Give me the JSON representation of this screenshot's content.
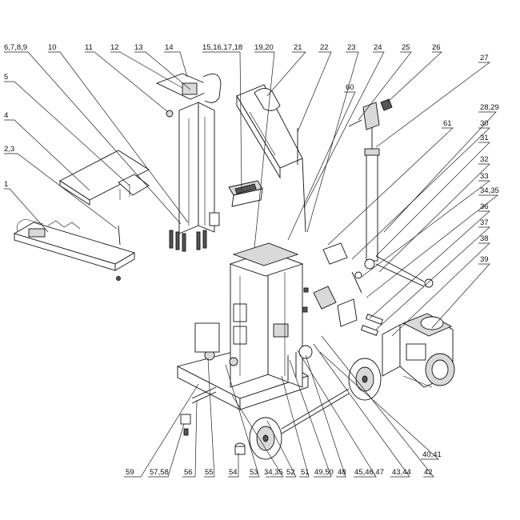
{
  "labels_top": [
    "6,7,8,9",
    "10",
    "11",
    "12",
    "13",
    "14",
    "15,16,17,18",
    "19,20",
    "21",
    "22",
    "23",
    "24",
    "25",
    "26",
    "27"
  ],
  "labels_left": [
    "5",
    "4",
    "2,3",
    "1"
  ],
  "labels_right": [
    "60",
    "28,29",
    "61",
    "30",
    "31",
    "32",
    "33",
    "34,35",
    "36",
    "37",
    "38",
    "39",
    "40,41"
  ],
  "labels_bottom": [
    "59",
    "57,58",
    "56",
    "55",
    "54",
    "53",
    "34,35",
    "52",
    "51",
    "49,50",
    "48",
    "45,46,47",
    "43,44",
    "42"
  ]
}
